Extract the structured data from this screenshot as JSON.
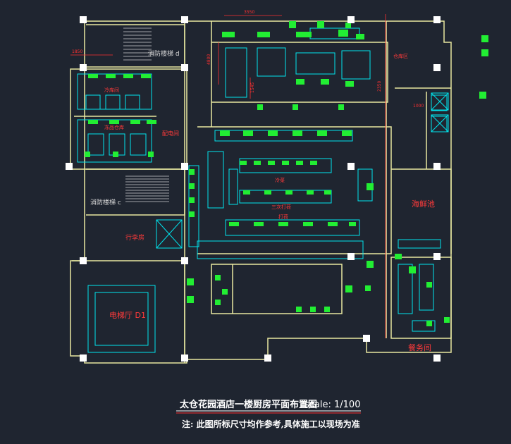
{
  "colors": {
    "background": "#1f2530",
    "wall": "#e8e8a0",
    "equipment": "#00e5ee",
    "fixture": "#22ee33",
    "room_label": "#ff3a3a",
    "dimension": "#ff3030",
    "door": "#33cc55",
    "column": "#ffffff",
    "title_text": "#ffffff",
    "title_underline": "#ff3030"
  },
  "rooms": {
    "fire_stair_d": "消防楼梯 d",
    "fire_stair_c": "消防楼梯 c",
    "stair_area": "行李房",
    "dining_hall": "电梯厅 D1",
    "seafood_pool": "海鲜池",
    "service_room": "餐务间",
    "cold_dish": "冷菜",
    "hot_kitchen": "三次打荷",
    "room_upper_left": "冷库间",
    "room_upper_left_2": "冻品仓库",
    "elec_room": "配电间",
    "side_room": "仓库区",
    "butcher": "打荷"
  },
  "dimensions": {
    "top": "3550",
    "left_top": "1850",
    "vertical": "4800",
    "mid": "1545",
    "right_a": "2350",
    "right_b": "1000"
  },
  "title": {
    "main": "太仓花园酒店一楼厨房平面布置图",
    "scale": "scale: 1/100",
    "note": "注: 此图所标尺寸均作参考,具体施工以现场为准"
  }
}
